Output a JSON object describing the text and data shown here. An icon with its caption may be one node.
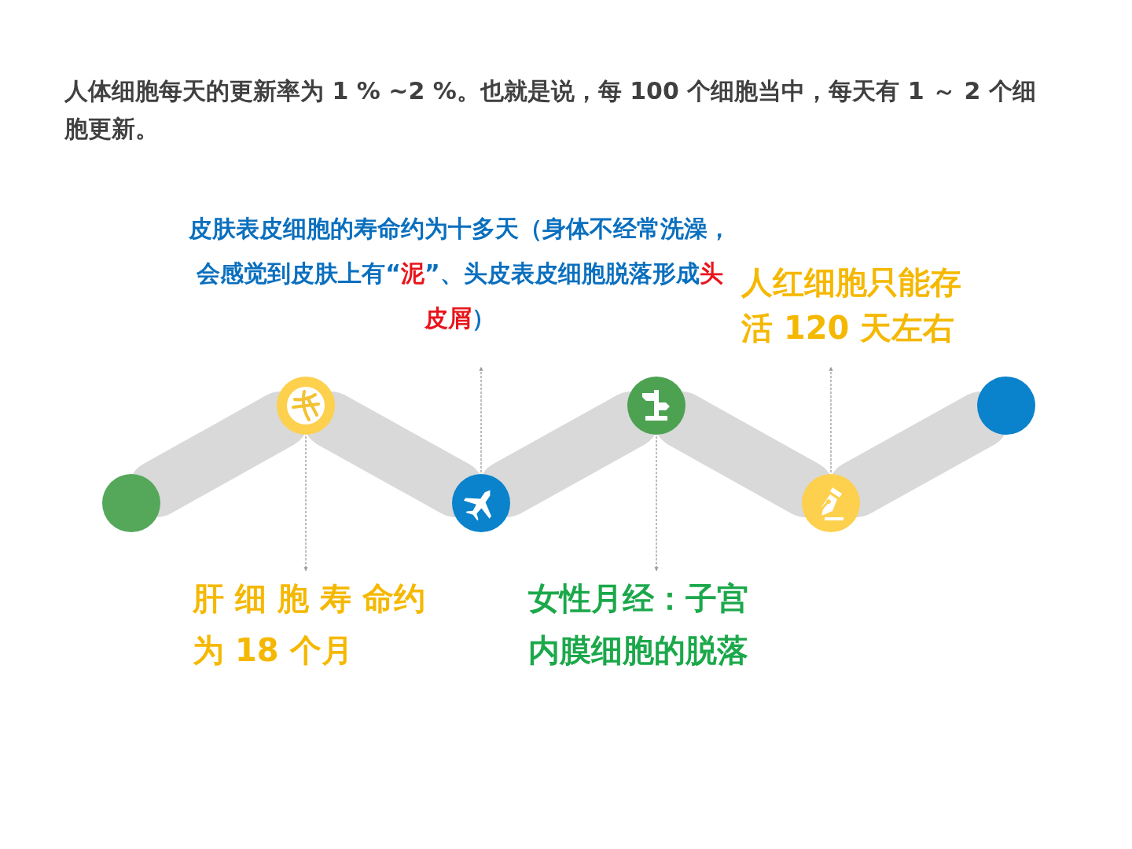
{
  "diagram": {
    "title": "人体细胞每天的更新率为 1 % ~2 %。也就是说，每 100 个细胞当中，每天有 1 ～ 2 个细胞更新。",
    "nodes": [
      {
        "text": [],
        "shape": "circle"
      },
      {
        "text": [],
        "shape": "circle"
      },
      {
        "text": [],
        "shape": "circle"
      },
      {
        "text": [],
        "shape": "circle"
      },
      {
        "text": [],
        "shape": "circle"
      },
      {
        "text": [],
        "shape": "circle"
      },
      {
        "text": [
          "皮肤表皮细胞的寿命约为十多天（身体不经常洗澡，会感觉到皮肤上有“",
          "泥",
          "”、头皮表皮细胞脱落形成",
          "头皮屑",
          "）"
        ]
      },
      {
        "text": [
          "人红细胞只能存活 120 天左右"
        ]
      },
      {
        "text": [
          "肝 细 胞 寿 命约为 18 个月"
        ]
      },
      {
        "text": [
          "女性月经：子宫内膜细胞的脱落"
        ]
      }
    ],
    "edges": [
      {
        "from": 0,
        "to": 1,
        "arrow": "none"
      },
      {
        "from": 1,
        "to": 2,
        "arrow": "none"
      },
      {
        "from": 2,
        "to": 3,
        "arrow": "none"
      },
      {
        "from": 3,
        "to": 4,
        "arrow": "none"
      },
      {
        "from": 4,
        "to": 5,
        "arrow": "none"
      },
      {
        "from": 1,
        "to": 8,
        "arrow": "to",
        "style": "dashed",
        "color": "#9a9a9a"
      },
      {
        "from": 2,
        "to": 6,
        "arrow": "to",
        "style": "dashed",
        "color": "#9a9a9a"
      },
      {
        "from": 3,
        "to": 9,
        "arrow": "to",
        "style": "dashed",
        "color": "#9a9a9a"
      },
      {
        "from": 4,
        "to": 7,
        "arrow": "to",
        "style": "dashed",
        "color": "#9a9a9a"
      }
    ]
  }
}
